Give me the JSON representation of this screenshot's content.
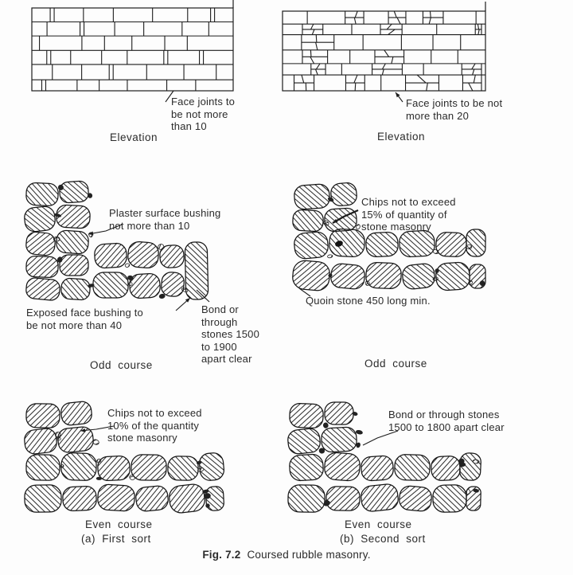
{
  "figure": {
    "caption_label": "Fig. 7.2",
    "caption_text": "Coursed rubble masonry."
  },
  "panels": {
    "elevation_first": {
      "annotation": "Face joints to\nbe not more\nthan 10",
      "label": "Elevation"
    },
    "elevation_second": {
      "annotation": "Face joints to be not\nmore than 20",
      "label": "Elevation"
    },
    "odd_first": {
      "annotation_plaster": "Plaster surface bushing\nnot more than 10",
      "annotation_exposed": "Exposed face bushing to\nbe not more than 40",
      "annotation_bond": "Bond or\nthrough\nstones 1500\nto 1900\napart clear",
      "label": "Odd course"
    },
    "odd_second": {
      "annotation_chips": "Chips not to exceed\n15% of quantity of\nstone masonry",
      "annotation_quoin": "Quoin stone 450 long min.",
      "label": "Odd course"
    },
    "even_first": {
      "annotation_chips": "Chips not to exceed\n10% of the quantity\nstone masonry",
      "label": "Even course",
      "sort_label": "(a) First sort"
    },
    "even_second": {
      "annotation_bond": "Bond or through stones\n1500 to 1800 apart clear",
      "label": "Even course",
      "sort_label": "(b) Second sort"
    }
  }
}
